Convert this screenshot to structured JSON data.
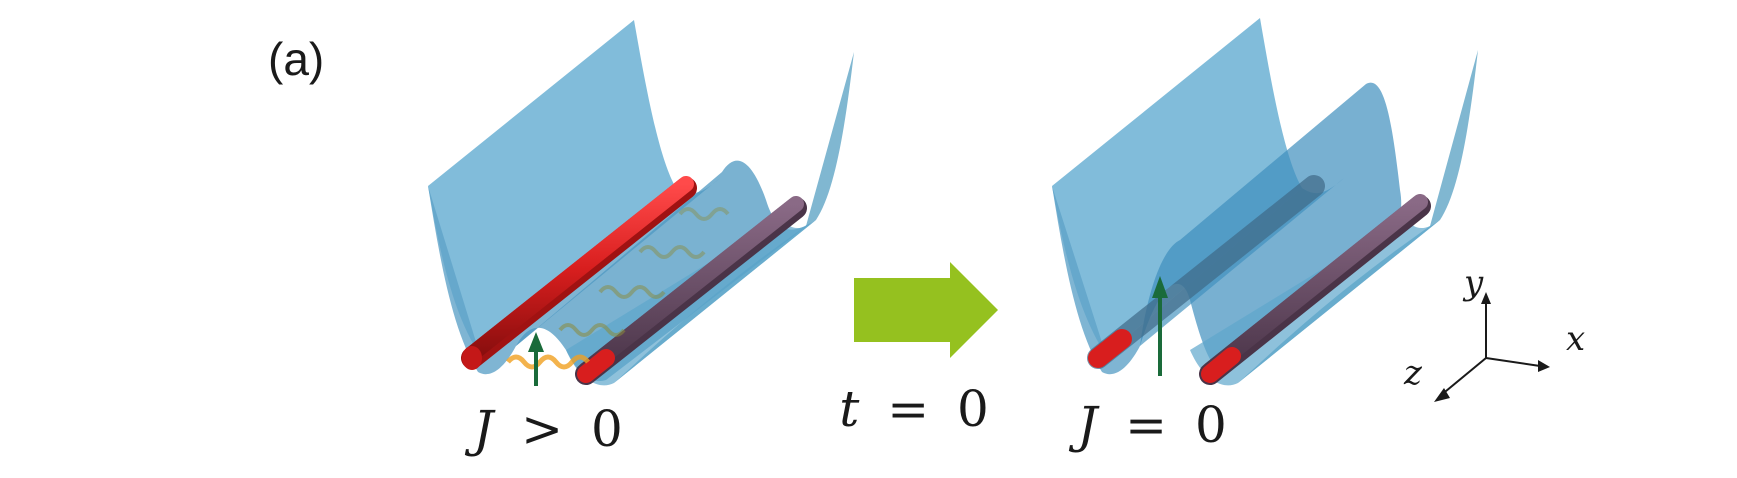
{
  "panel_label": "(a)",
  "left_condition": {
    "symbol": "J",
    "relation": ">",
    "value": "0"
  },
  "transition": {
    "symbol": "t",
    "relation": "=",
    "value": "0"
  },
  "right_condition": {
    "symbol": "J",
    "relation": "=",
    "value": "0"
  },
  "axes": {
    "x": "x",
    "y": "y",
    "z": "z"
  },
  "colors": {
    "potential_surface": "#6fb3d6",
    "wire_red": "#d81e1e",
    "wire_dark": "#6b4a63",
    "arrow_green": "#1a6b3a",
    "transition_arrow": "#95c11f",
    "wave_orange": "#f0a020",
    "wave_olive": "#8a8a3a"
  }
}
